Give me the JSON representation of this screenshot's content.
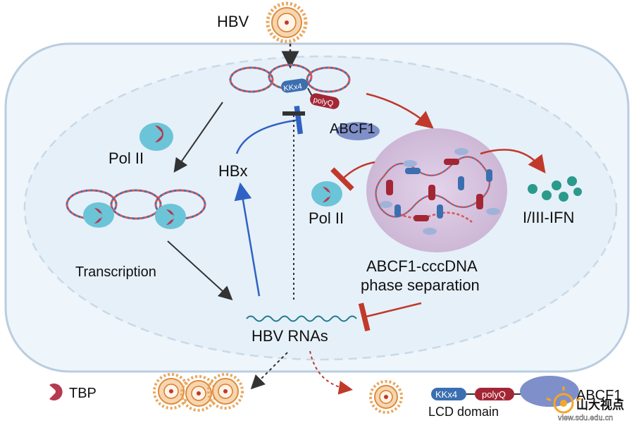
{
  "labels": {
    "hbv": "HBV",
    "kkx4": "KKx4",
    "polyq": "polyQ",
    "abcf1_top": "ABCF1",
    "pol2_left": "Pol II",
    "hbx": "HBx",
    "pol2_mid": "Pol II",
    "ifn": "I/III-IFN",
    "transcription": "Transcription",
    "phase_line1": "ABCF1-cccDNA",
    "phase_line2": "phase separation",
    "hbv_rnas": "HBV RNAs"
  },
  "legend": {
    "tbp": "TBP",
    "kkx4": "KKx4",
    "polyq": "polyQ",
    "lcd_domain": "LCD domain",
    "abcf1": "ABCF1"
  },
  "watermark": {
    "text": "山大视点",
    "url": "view.sdu.edu.cn"
  },
  "colors": {
    "cell_fill": "#eef5fb",
    "nucleus_fill": "#e5f0fa",
    "membrane": "#b9cde0",
    "dna_red": "#d9534f",
    "dna_blue": "#3b6fb0",
    "kkx4": "#3b6fb0",
    "polyq": "#a32635",
    "abcf1": "#7f8fc9",
    "pol2": "#6cc4d8",
    "pol2_jaw": "#b5394f",
    "condensate": "#d9c7e0",
    "ifn": "#2a9a8c",
    "arrow_dark": "#333333",
    "arrow_blue": "#2f62c4",
    "arrow_red": "#c0392b",
    "capsid": "#e9a85e"
  }
}
